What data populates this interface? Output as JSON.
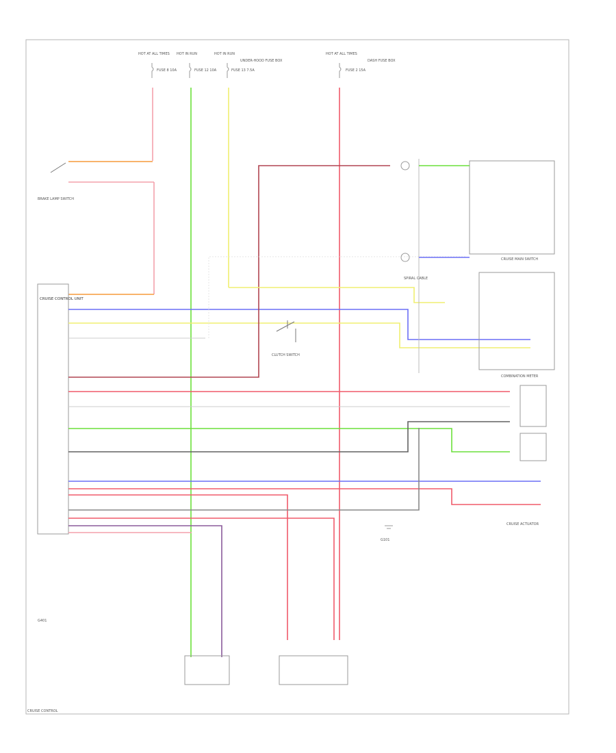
{
  "colors": {
    "red": "#f05a6a",
    "pink": "#f4a0ac",
    "orange": "#f59a3a",
    "green": "#6adf3a",
    "yellow": "#f0ef70",
    "blue": "#6a6ef6",
    "dark": "#606060",
    "brown": "#b04450",
    "purple": "#8a5a9a",
    "border": "#9a9a9a",
    "label": "#777777"
  },
  "text": {
    "top_fuse_1": "HOT AT ALL TIMES",
    "top_fuse_2": "HOT IN RUN",
    "top_fuse_3": "HOT IN RUN",
    "top_fuse_4": "HOT AT ALL TIMES",
    "fuse_1": "FUSE 8 10A",
    "fuse_2": "FUSE 12 10A",
    "fuse_3": "FUSE 13 7.5A",
    "fuse_4": "FUSE 2 15A",
    "fuse_box_note_1": "UNDER-HOOD FUSE BOX",
    "fuse_box_note_2": "DASH FUSE BOX",
    "brake_switch": "BRAKE LAMP SWITCH",
    "cruise_module": "CRUISE CONTROL UNIT",
    "clutch_switch": "CLUTCH SWITCH",
    "main_relay": "CRUISE MAIN SWITCH",
    "combination_meter": "COMBINATION METER",
    "actuator": "CRUISE ACTUATOR",
    "spiral_cable": "SPIRAL CABLE",
    "ground_1": "G101",
    "ground_2": "G401",
    "footer": "CRUISE CONTROL"
  }
}
